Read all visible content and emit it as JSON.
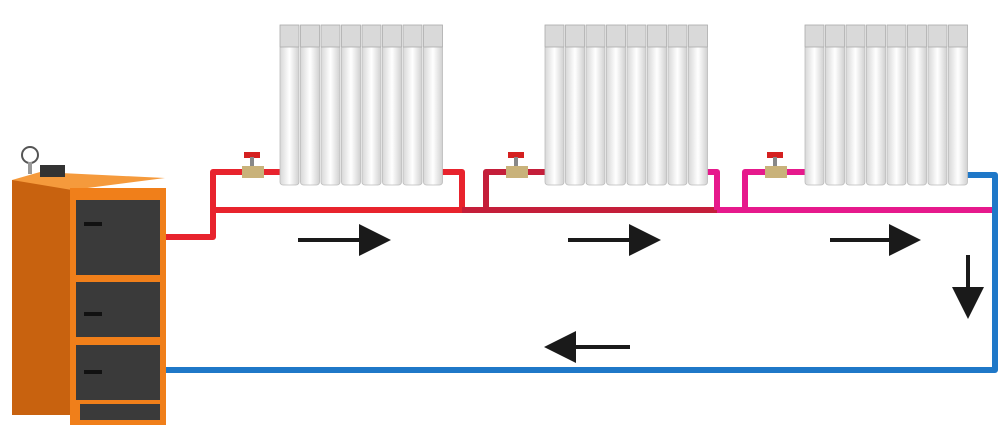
{
  "diagram": {
    "colors": {
      "supply_hot": "#e8232d",
      "supply_mid": "#c41e3a",
      "supply_cool": "#e6198c",
      "return": "#1f78c8",
      "boiler_body": "#f07f1a",
      "boiler_panel": "#3a3a3a",
      "radiator": "#f1f1f1",
      "arrow": "#1a1a1a",
      "valve_handle": "#d42020"
    },
    "components": [
      "boiler",
      "radiator",
      "radiator",
      "radiator"
    ],
    "flow_arrows": [
      "right",
      "right",
      "right",
      "down",
      "left"
    ]
  }
}
